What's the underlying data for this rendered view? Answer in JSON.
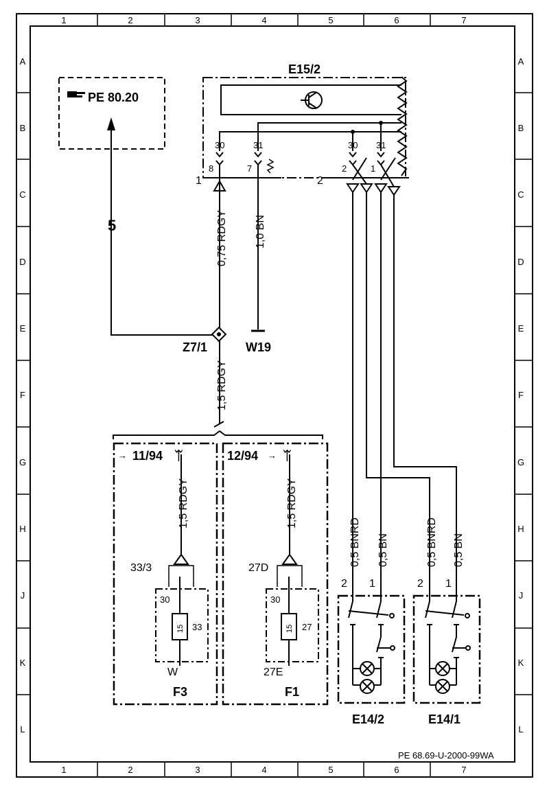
{
  "grid": {
    "columns": [
      "1",
      "2",
      "3",
      "4",
      "5",
      "6",
      "7"
    ],
    "rows": [
      "A",
      "B",
      "C",
      "D",
      "E",
      "F",
      "G",
      "H",
      "J",
      "K",
      "L"
    ]
  },
  "reference": {
    "icon": "pointing-hand-icon",
    "text": "PE 80.20",
    "branch": "5"
  },
  "components": {
    "e15_2": {
      "label": "E15/2",
      "pins": [
        "30",
        "31",
        "30",
        "31"
      ],
      "plugs": [
        "8",
        "7",
        "2",
        "1"
      ],
      "connectors": [
        "1",
        "2"
      ]
    },
    "z7_1": {
      "label": "Z7/1"
    },
    "w19": {
      "label": "W19"
    },
    "f3": {
      "label": "F3",
      "ref": "11/94",
      "connector": "33/3",
      "pin_top": "30",
      "fuse": "15",
      "pin_side": "33",
      "pin_bottom": "W"
    },
    "f1": {
      "label": "F1",
      "ref": "12/94",
      "connector": "27D",
      "pin_top": "30",
      "fuse": "15",
      "pin_side": "27",
      "pin_bottom": "27E"
    },
    "e14_2": {
      "label": "E14/2",
      "pins": [
        "2",
        "1"
      ]
    },
    "e14_1": {
      "label": "E14/1",
      "pins": [
        "2",
        "1"
      ]
    }
  },
  "wires": {
    "w1": "0,75 RDGY",
    "w2": "1,0 BN",
    "w3": "1,5 RDGY",
    "w4": "1,5 RDGY",
    "w5": "1,5 RDGY",
    "w6": "0,5 BNRD",
    "w7": "0,5 BN",
    "w8": "0,5 BNRD",
    "w9": "0,5 BN"
  },
  "footer": {
    "code": "PE 68.69-U-2000-99WA"
  }
}
